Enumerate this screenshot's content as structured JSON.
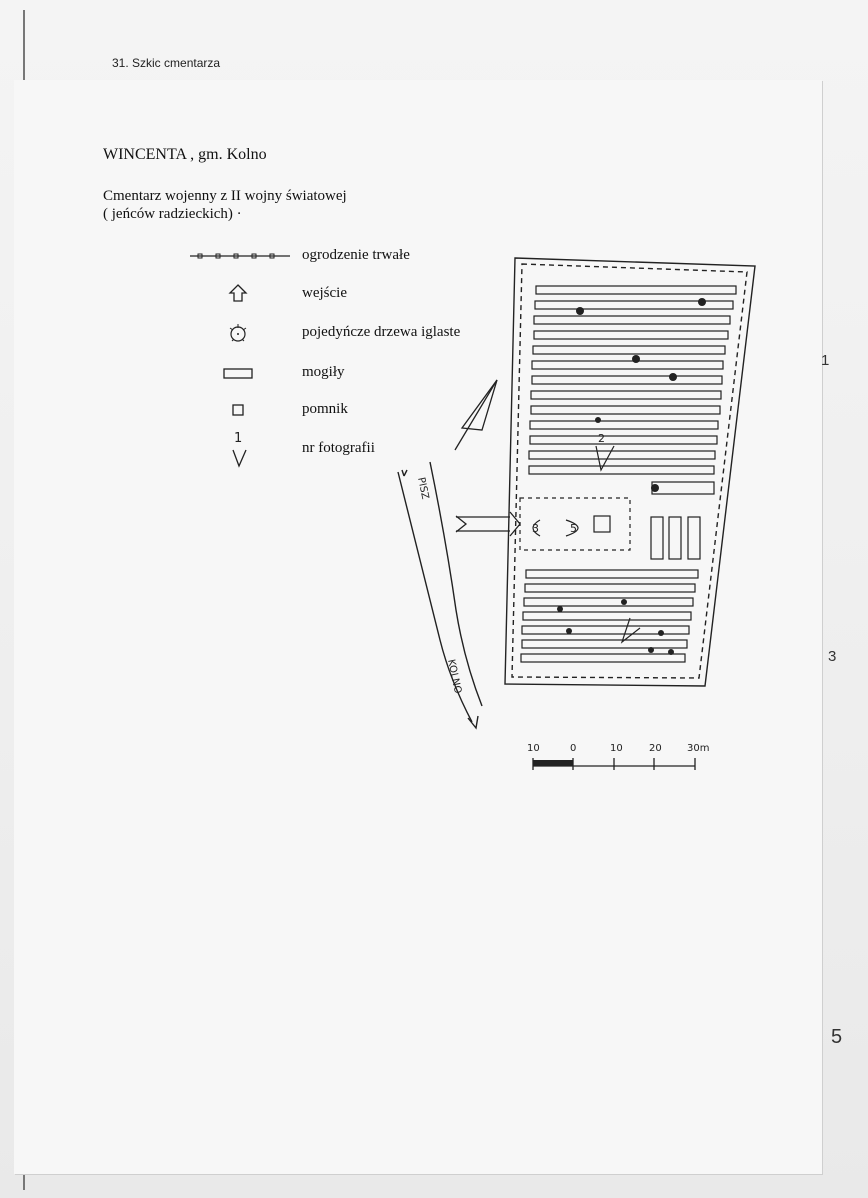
{
  "page": {
    "header": "31. Szkic cmentarza",
    "title": "WINCENTA , gm. Kolno",
    "subtitle_line1": "Cmentarz wojenny z II wojny światowej",
    "subtitle_line2": "( jeńców radzieckich) ·"
  },
  "legend": [
    {
      "symbol": "fence-icon",
      "label": "ogrodzenie trwałe"
    },
    {
      "symbol": "entrance-arrow-icon",
      "label": "wejście"
    },
    {
      "symbol": "conifer-tree-icon",
      "label": "pojedyńcze drzewa iglaste"
    },
    {
      "symbol": "grave-rectangle-icon",
      "label": "mogiły"
    },
    {
      "symbol": "monument-square-icon",
      "label": "pomnik"
    },
    {
      "symbol": "photo-number-icon",
      "label": "nr fotografii",
      "sample_number": "1"
    }
  ],
  "map": {
    "road_label_north": "PISZ",
    "road_label_south": "KOLNO",
    "photo_markers": [
      "2",
      "3",
      "5"
    ]
  },
  "scale_bar": {
    "ticks": [
      "10",
      "0",
      "10",
      "20",
      "30m"
    ]
  },
  "margin_numbers": [
    "1",
    "3",
    "5"
  ]
}
